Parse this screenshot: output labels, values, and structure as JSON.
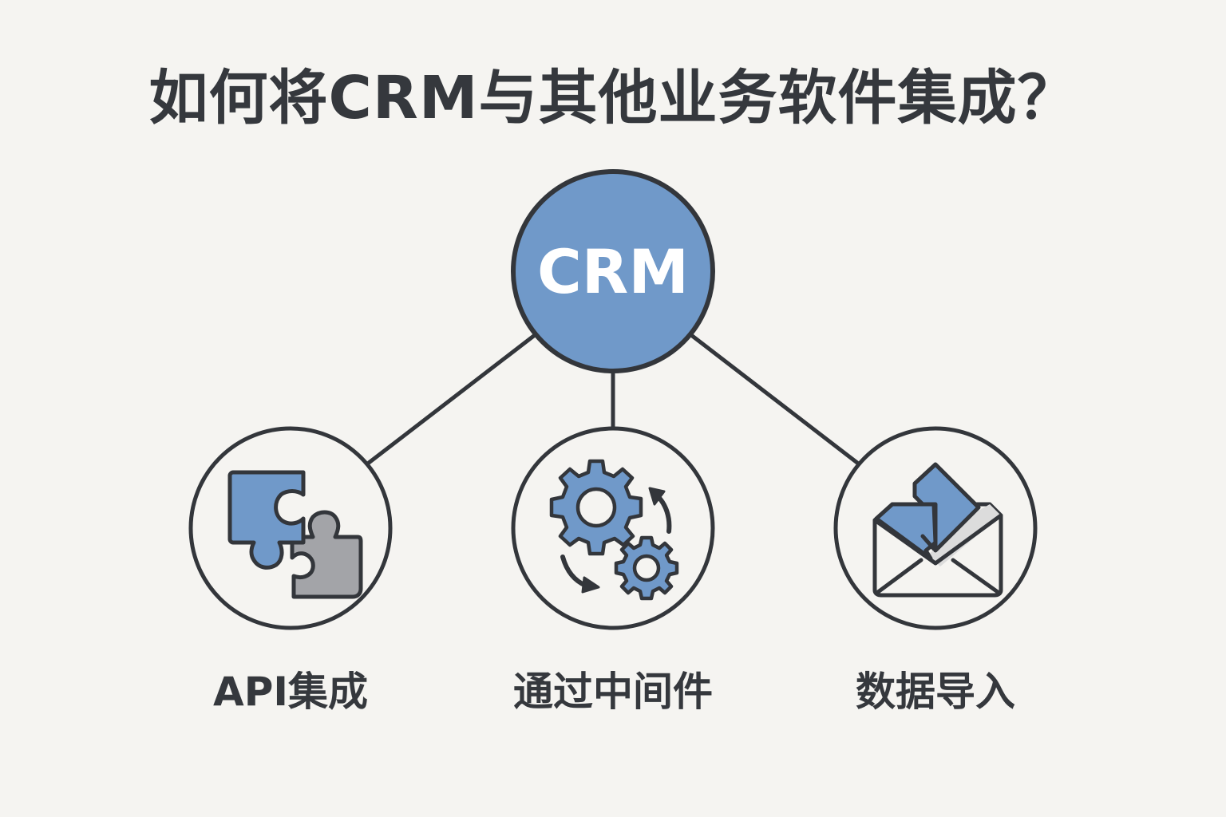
{
  "title": "如何将CRM与其他业务软件集成？",
  "colors": {
    "background": "#f5f4f1",
    "stroke": "#33363b",
    "accent_blue": "#7099c9",
    "piece_gray": "#a3a4a8",
    "light_gray": "#dcdcdc",
    "text": "#35383d"
  },
  "center_node": {
    "label": "CRM"
  },
  "methods": [
    {
      "label": "API集成",
      "icon": "puzzle-pieces-icon"
    },
    {
      "label": "通过中间件",
      "icon": "gears-sync-icon"
    },
    {
      "label": "数据导入",
      "icon": "envelope-import-icon"
    }
  ]
}
